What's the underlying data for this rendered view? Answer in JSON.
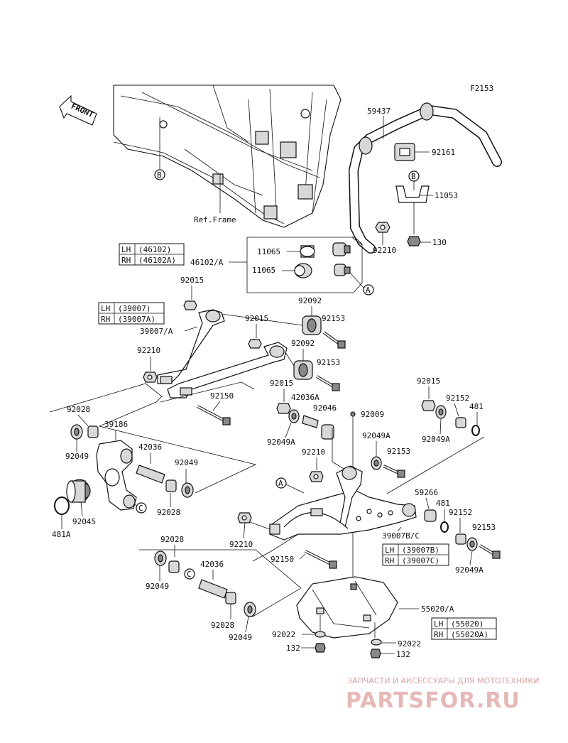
{
  "figure_code": "F2153",
  "front_label": "FRONT",
  "ref_frame_label": "Ref.Frame",
  "circle_refs": {
    "a": "A",
    "b": "B",
    "c": "C"
  },
  "part_numbers": {
    "p59437": "59437",
    "p92161": "92161",
    "p11053": "11053",
    "p130": "130",
    "p92210_top": "92210",
    "p11065_a": "11065",
    "p11065_b": "11065",
    "p46102A": "46102/A",
    "p92015_a": "92015",
    "p92092_a": "92092",
    "p92153_a": "92153",
    "p39007A": "39007/A",
    "p92015_b": "92015",
    "p92092_b": "92092",
    "p92210_mid": "92210",
    "p92153_b": "92153",
    "p92150_a": "92150",
    "p92015_c": "92015",
    "p42036A": "42036A",
    "p92046": "92046",
    "p92009": "92009",
    "p92049A_a": "92049A",
    "p92015_d": "92015",
    "p92152_a": "92152",
    "p481_a": "481",
    "p92049A_b": "92049A",
    "p92028_a": "92028",
    "p39186": "39186",
    "p42036_a": "42036",
    "p92049_a": "92049",
    "p92049_b": "92049",
    "p92028_b": "92028",
    "p92045": "92045",
    "p481A": "481A",
    "p92049A_c": "92049A",
    "p92153_c": "92153",
    "p92210_low": "92210",
    "p59266": "59266",
    "p481_b": "481",
    "p92152_b": "92152",
    "p92153_d": "92153",
    "p39007BC": "39007B/C",
    "p92049A_d": "92049A",
    "p92210_bot": "92210",
    "p92150_b": "92150",
    "p92028_c": "92028",
    "p42036_b": "42036",
    "p92049_c": "92049",
    "p92028_d": "92028",
    "p92049_d": "92049",
    "p55020A": "55020/A",
    "p92022_a": "92022",
    "p132_a": "132",
    "p92022_b": "92022",
    "p132_b": "132"
  },
  "side_tables": {
    "t46102": {
      "lh_key": "LH",
      "lh_val": "(46102)",
      "rh_key": "RH",
      "rh_val": "(46102A)"
    },
    "t39007": {
      "lh_key": "LH",
      "lh_val": "(39007)",
      "rh_key": "RH",
      "rh_val": "(39007A)"
    },
    "t39007BC": {
      "lh_key": "LH",
      "lh_val": "(39007B)",
      "rh_key": "RH",
      "rh_val": "(39007C)"
    },
    "t55020": {
      "lh_key": "LH",
      "lh_val": "(55020)",
      "rh_key": "RH",
      "rh_val": "(55020A)"
    }
  },
  "watermark": {
    "tagline": "ЗАПЧАСТИ И АКСЕССУАРЫ ДЛЯ МОТОТЕХНИКИ",
    "brand": "PARTSFOR.RU"
  }
}
